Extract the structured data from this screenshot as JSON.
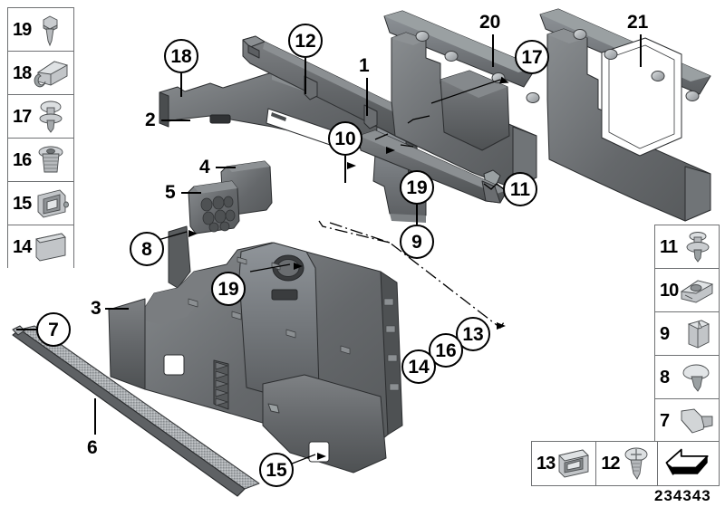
{
  "diagram": {
    "id_number": "234343",
    "title": "Trunk trim panel parts diagram",
    "arrow_icon": "direction-arrow-icon"
  },
  "legend_left": {
    "position": "top-left",
    "items": [
      {
        "number": "19",
        "icon": "hex-head-screw-icon"
      },
      {
        "number": "18",
        "icon": "clip-bracket-icon"
      },
      {
        "number": "17",
        "icon": "expanding-rivet-icon"
      },
      {
        "number": "16",
        "icon": "flat-head-bolt-icon"
      },
      {
        "number": "15",
        "icon": "recessed-handle-icon"
      },
      {
        "number": "14",
        "icon": "flat-cover-plate-icon"
      }
    ]
  },
  "legend_right": {
    "position": "middle-right",
    "items": [
      {
        "number": "11",
        "icon": "push-rivet-icon"
      },
      {
        "number": "10",
        "icon": "sheet-metal-nut-icon"
      },
      {
        "number": "9",
        "icon": "square-socket-nut-icon"
      },
      {
        "number": "8",
        "icon": "mushroom-head-clip-icon"
      },
      {
        "number": "7",
        "icon": "angled-hook-clip-icon"
      }
    ]
  },
  "legend_bottom": {
    "position": "bottom-right",
    "items": [
      {
        "number": "13",
        "icon": "slotted-grommet-icon"
      },
      {
        "number": "12",
        "icon": "phillips-pan-screw-icon"
      },
      {
        "number": "",
        "icon": "direction-arrow-icon"
      }
    ]
  },
  "callouts": [
    {
      "id": "c18",
      "label": "18",
      "style": "circle"
    },
    {
      "id": "c12",
      "label": "12",
      "style": "circle"
    },
    {
      "id": "c10",
      "label": "10",
      "style": "circle"
    },
    {
      "id": "c17",
      "label": "17",
      "style": "circle"
    },
    {
      "id": "c19a",
      "label": "19",
      "style": "circle"
    },
    {
      "id": "c11",
      "label": "11",
      "style": "circle"
    },
    {
      "id": "c9",
      "label": "9",
      "style": "circle"
    },
    {
      "id": "c8",
      "label": "8",
      "style": "circle"
    },
    {
      "id": "c19b",
      "label": "19",
      "style": "circle"
    },
    {
      "id": "c7",
      "label": "7",
      "style": "circle"
    },
    {
      "id": "c13",
      "label": "13",
      "style": "circle"
    },
    {
      "id": "c16",
      "label": "16",
      "style": "circle"
    },
    {
      "id": "c14",
      "label": "14",
      "style": "circle"
    },
    {
      "id": "c15",
      "label": "15",
      "style": "circle"
    },
    {
      "id": "n2",
      "label": "2",
      "style": "plain"
    },
    {
      "id": "n1",
      "label": "1",
      "style": "plain"
    },
    {
      "id": "n20",
      "label": "20",
      "style": "plain"
    },
    {
      "id": "n21",
      "label": "21",
      "style": "plain"
    },
    {
      "id": "n4",
      "label": "4",
      "style": "plain"
    },
    {
      "id": "n5",
      "label": "5",
      "style": "plain"
    },
    {
      "id": "n3",
      "label": "3",
      "style": "plain"
    },
    {
      "id": "n6",
      "label": "6",
      "style": "plain"
    }
  ],
  "colors": {
    "panel_dark": "#55585a",
    "panel_mid": "#66696b",
    "panel_light": "#7c7f81",
    "panel_highlight": "#9aa0a2",
    "metal_light": "#c6c9cb",
    "metal_mid": "#9ea2a5",
    "outline": "#2b2d2f",
    "box_border": "#6f7173",
    "text": "#000000"
  }
}
